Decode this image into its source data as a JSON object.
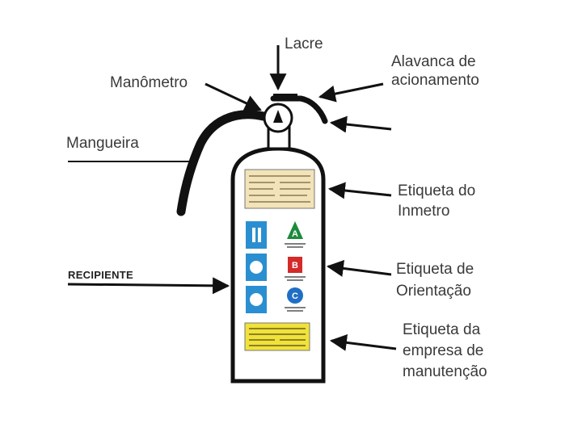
{
  "labels": {
    "lacre": "Lacre",
    "alavanca_line1": "Alavanca de",
    "alavanca_line2": "acionamento",
    "manometro": "Manômetro",
    "mangueira": "Mangueira",
    "recipiente": "RECIPIENTE",
    "inmetro_line1": "Etiqueta do",
    "inmetro_line2": "Inmetro",
    "orientacao_line1": "Etiqueta de",
    "orientacao_line2": "Orientação",
    "manutencao_line1": "Etiqueta da",
    "manutencao_line2": "empresa de",
    "manutencao_line3": "manutenção"
  },
  "class_badges": [
    "A",
    "B",
    "C"
  ],
  "colors": {
    "outline": "#111111",
    "text": "#3a3a3a",
    "inmetro_label": "#f2e3b8",
    "pictogram": "#2a8fd0",
    "class_a": "#1e8a3c",
    "class_b": "#d42a2a",
    "class_c": "#1f6fc4",
    "maintenance_label": "#f0e23a"
  }
}
